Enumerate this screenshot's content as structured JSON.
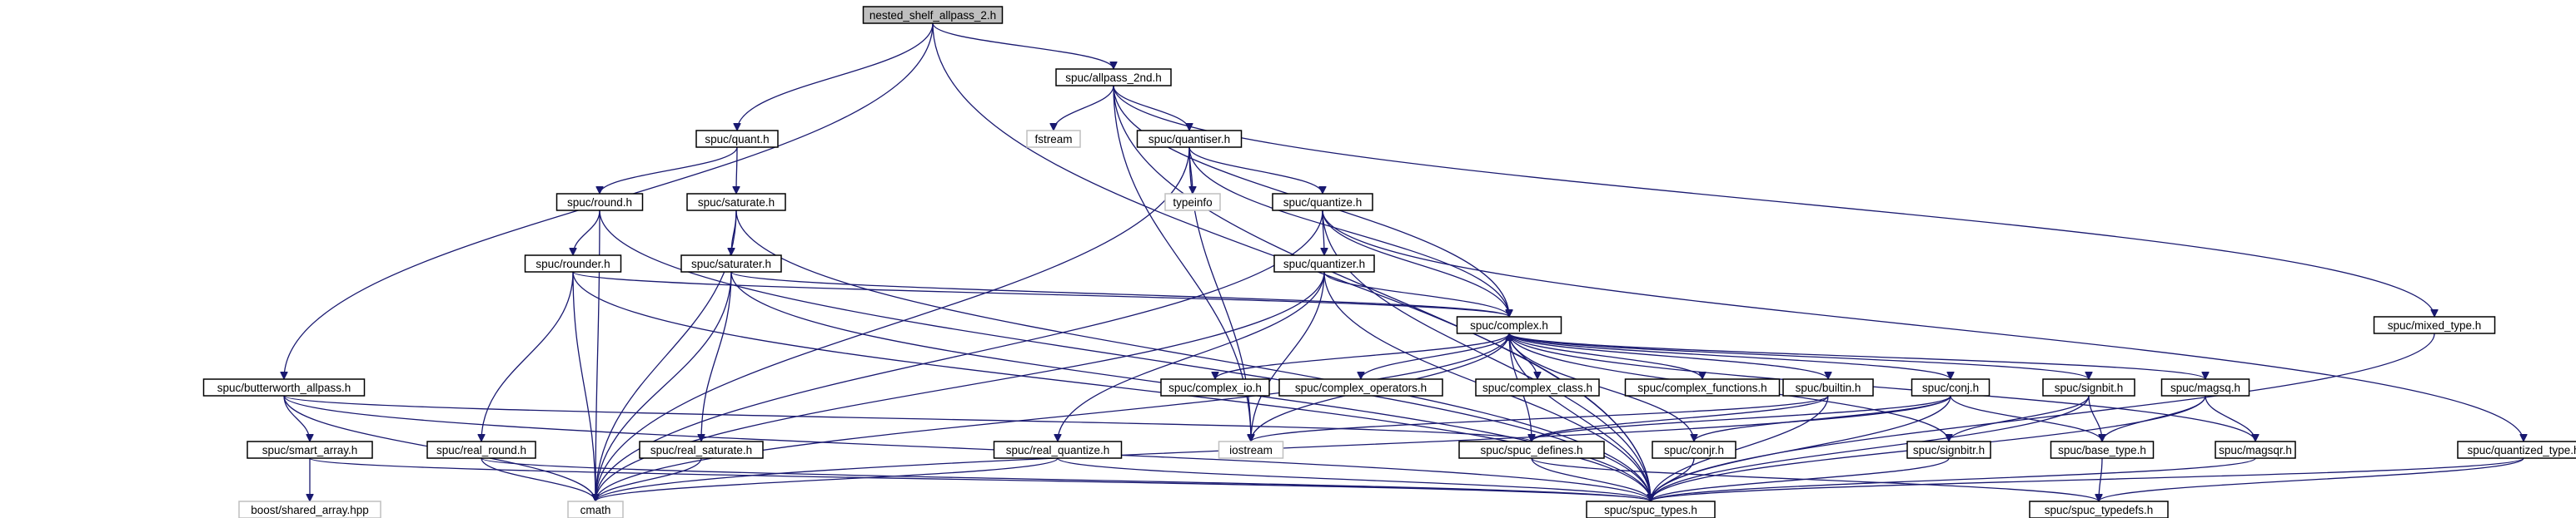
{
  "colors": {
    "edge": "#191970",
    "root_fill": "#bfbfbf",
    "node_stroke": "#000000",
    "external_stroke": "#bfbfbf"
  },
  "nodes": [
    {
      "id": "root",
      "label": "nested_shelf_allpass_2.h",
      "kind": "root"
    },
    {
      "id": "allpass_2nd",
      "label": "spuc/allpass_2nd.h"
    },
    {
      "id": "quant",
      "label": "spuc/quant.h"
    },
    {
      "id": "fstream",
      "label": "fstream",
      "kind": "external"
    },
    {
      "id": "quantiser",
      "label": "spuc/quantiser.h"
    },
    {
      "id": "round",
      "label": "spuc/round.h"
    },
    {
      "id": "saturate",
      "label": "spuc/saturate.h"
    },
    {
      "id": "typeinfo",
      "label": "typeinfo",
      "kind": "external"
    },
    {
      "id": "quantize",
      "label": "spuc/quantize.h"
    },
    {
      "id": "rounder",
      "label": "spuc/rounder.h"
    },
    {
      "id": "saturater",
      "label": "spuc/saturater.h"
    },
    {
      "id": "quantizer",
      "label": "spuc/quantizer.h"
    },
    {
      "id": "complex",
      "label": "spuc/complex.h"
    },
    {
      "id": "butterworth",
      "label": "spuc/butterworth_allpass.h"
    },
    {
      "id": "complex_io",
      "label": "spuc/complex_io.h"
    },
    {
      "id": "complex_operators",
      "label": "spuc/complex_operators.h"
    },
    {
      "id": "complex_class",
      "label": "spuc/complex_class.h"
    },
    {
      "id": "complex_functions",
      "label": "spuc/complex_functions.h"
    },
    {
      "id": "builtin",
      "label": "spuc/builtin.h"
    },
    {
      "id": "conj",
      "label": "spuc/conj.h"
    },
    {
      "id": "signbit",
      "label": "spuc/signbit.h"
    },
    {
      "id": "magsq",
      "label": "spuc/magsq.h"
    },
    {
      "id": "mixed_type",
      "label": "spuc/mixed_type.h"
    },
    {
      "id": "smart_array",
      "label": "spuc/smart_array.h"
    },
    {
      "id": "real_round",
      "label": "spuc/real_round.h"
    },
    {
      "id": "real_saturate",
      "label": "spuc/real_saturate.h"
    },
    {
      "id": "real_quantize",
      "label": "spuc/real_quantize.h"
    },
    {
      "id": "iostream",
      "label": "iostream",
      "kind": "external"
    },
    {
      "id": "spuc_defines",
      "label": "spuc/spuc_defines.h"
    },
    {
      "id": "conjr",
      "label": "spuc/conjr.h"
    },
    {
      "id": "signbitr",
      "label": "spuc/signbitr.h"
    },
    {
      "id": "base_type",
      "label": "spuc/base_type.h"
    },
    {
      "id": "magsqr",
      "label": "spuc/magsqr.h"
    },
    {
      "id": "quantized_type",
      "label": "spuc/quantized_type.h"
    },
    {
      "id": "shared_array",
      "label": "boost/shared_array.hpp",
      "kind": "external"
    },
    {
      "id": "cmath",
      "label": "cmath",
      "kind": "external"
    },
    {
      "id": "spuc_types",
      "label": "spuc/spuc_types.h"
    },
    {
      "id": "spuc_typedefs",
      "label": "spuc/spuc_typedefs.h"
    }
  ],
  "edges": [
    [
      "root",
      "allpass_2nd"
    ],
    [
      "root",
      "quant"
    ],
    [
      "root",
      "butterworth"
    ],
    [
      "root",
      "spuc_types"
    ],
    [
      "allpass_2nd",
      "fstream"
    ],
    [
      "allpass_2nd",
      "quantiser"
    ],
    [
      "allpass_2nd",
      "complex"
    ],
    [
      "allpass_2nd",
      "mixed_type"
    ],
    [
      "allpass_2nd",
      "iostream"
    ],
    [
      "allpass_2nd",
      "spuc_types"
    ],
    [
      "quant",
      "round"
    ],
    [
      "quant",
      "saturate"
    ],
    [
      "quantiser",
      "typeinfo"
    ],
    [
      "quantiser",
      "quantize"
    ],
    [
      "quantiser",
      "complex"
    ],
    [
      "quantiser",
      "cmath"
    ],
    [
      "quantiser",
      "iostream"
    ],
    [
      "round",
      "rounder"
    ],
    [
      "round",
      "cmath"
    ],
    [
      "round",
      "spuc_types"
    ],
    [
      "saturate",
      "saturater"
    ],
    [
      "saturate",
      "cmath"
    ],
    [
      "saturate",
      "spuc_types"
    ],
    [
      "quantize",
      "quantizer"
    ],
    [
      "quantize",
      "complex"
    ],
    [
      "quantize",
      "quantized_type"
    ],
    [
      "quantize",
      "spuc_types"
    ],
    [
      "quantize",
      "cmath"
    ],
    [
      "rounder",
      "real_round"
    ],
    [
      "rounder",
      "complex"
    ],
    [
      "rounder",
      "cmath"
    ],
    [
      "rounder",
      "spuc_types"
    ],
    [
      "saturater",
      "real_saturate"
    ],
    [
      "saturater",
      "complex"
    ],
    [
      "saturater",
      "cmath"
    ],
    [
      "saturater",
      "spuc_types"
    ],
    [
      "quantizer",
      "real_quantize"
    ],
    [
      "quantizer",
      "complex"
    ],
    [
      "quantizer",
      "cmath"
    ],
    [
      "quantizer",
      "spuc_types"
    ],
    [
      "quantizer",
      "iostream"
    ],
    [
      "complex",
      "complex_io"
    ],
    [
      "complex",
      "complex_operators"
    ],
    [
      "complex",
      "complex_class"
    ],
    [
      "complex",
      "complex_functions"
    ],
    [
      "complex",
      "builtin"
    ],
    [
      "complex",
      "conj"
    ],
    [
      "complex",
      "signbit"
    ],
    [
      "complex",
      "magsq"
    ],
    [
      "complex",
      "spuc_defines"
    ],
    [
      "complex",
      "iostream"
    ],
    [
      "complex",
      "cmath"
    ],
    [
      "complex",
      "spuc_types"
    ],
    [
      "butterworth",
      "smart_array"
    ],
    [
      "butterworth",
      "spuc_defines"
    ],
    [
      "butterworth",
      "cmath"
    ],
    [
      "butterworth",
      "spuc_types"
    ],
    [
      "builtin",
      "spuc_defines"
    ],
    [
      "builtin",
      "spuc_types"
    ],
    [
      "builtin",
      "iostream"
    ],
    [
      "conj",
      "conjr"
    ],
    [
      "conj",
      "base_type"
    ],
    [
      "conj",
      "spuc_types"
    ],
    [
      "conj",
      "spuc_defines"
    ],
    [
      "conj",
      "cmath"
    ],
    [
      "signbit",
      "signbitr"
    ],
    [
      "signbit",
      "base_type"
    ],
    [
      "signbit",
      "spuc_types"
    ],
    [
      "magsq",
      "magsqr"
    ],
    [
      "magsq",
      "base_type"
    ],
    [
      "magsq",
      "spuc_types"
    ],
    [
      "mixed_type",
      "spuc_types"
    ],
    [
      "smart_array",
      "shared_array"
    ],
    [
      "smart_array",
      "spuc_types"
    ],
    [
      "real_round",
      "cmath"
    ],
    [
      "real_round",
      "spuc_types"
    ],
    [
      "real_saturate",
      "cmath"
    ],
    [
      "real_quantize",
      "cmath"
    ],
    [
      "real_quantize",
      "spuc_types"
    ],
    [
      "spuc_defines",
      "spuc_types"
    ],
    [
      "spuc_defines",
      "spuc_typedefs"
    ],
    [
      "conjr",
      "spuc_types"
    ],
    [
      "conjr",
      "complex"
    ],
    [
      "signbitr",
      "spuc_types"
    ],
    [
      "signbitr",
      "complex"
    ],
    [
      "base_type",
      "spuc_typedefs"
    ],
    [
      "magsqr",
      "spuc_types"
    ],
    [
      "magsqr",
      "complex"
    ],
    [
      "quantized_type",
      "spuc_types"
    ],
    [
      "quantized_type",
      "spuc_typedefs"
    ]
  ]
}
